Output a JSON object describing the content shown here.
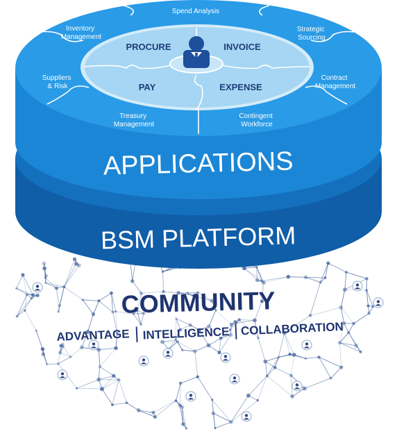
{
  "colors": {
    "top_outer": "#2a9be6",
    "top_inner": "#a6d6f3",
    "top_inner_ring": "#d4ecfa",
    "band_applications": "#1c86d6",
    "band_applications_dark": "#1470bd",
    "band_platform": "#105da8",
    "band_platform_dark": "#0b4a8a",
    "network_line": "#4a6aa0",
    "community_text": "#1f3470"
  },
  "center_segments": [
    {
      "label": "PROCURE"
    },
    {
      "label": "INVOICE"
    },
    {
      "label": "PAY"
    },
    {
      "label": "EXPENSE"
    }
  ],
  "center_icon": "user-icon",
  "outer_segments": [
    {
      "lines": [
        "Spend Analysis"
      ]
    },
    {
      "lines": [
        "Strategic",
        "Sourcing"
      ]
    },
    {
      "lines": [
        "Contract",
        "Management"
      ]
    },
    {
      "lines": [
        "Contingent",
        "Workforce"
      ]
    },
    {
      "lines": [
        "Treasury",
        "Management"
      ]
    },
    {
      "lines": [
        "Suppliers",
        "& Risk"
      ]
    },
    {
      "lines": [
        "Inventory",
        "Management"
      ]
    }
  ],
  "layers": {
    "applications": "APPLICATIONS",
    "platform": "BSM PLATFORM"
  },
  "community": {
    "title": "COMMUNITY",
    "pillars": [
      "ADVANTAGE",
      "INTELLIGENCE",
      "COLLABORATION"
    ],
    "separator": "|"
  }
}
